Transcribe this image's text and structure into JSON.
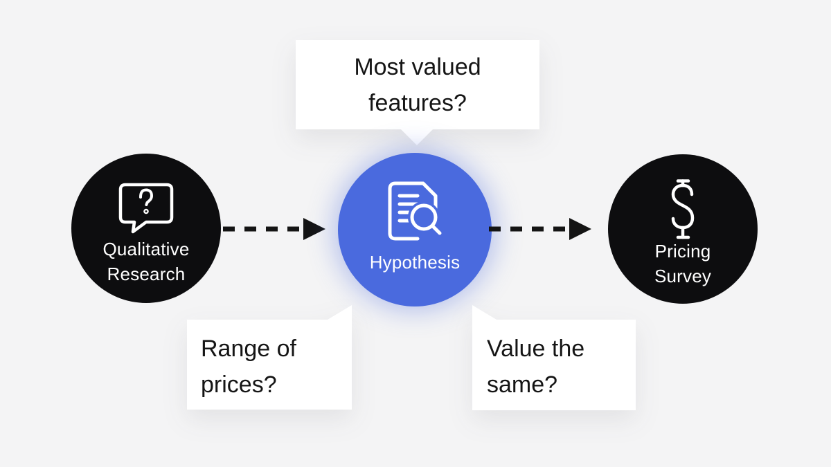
{
  "canvas": {
    "background": "#f4f4f5"
  },
  "palette": {
    "node_black": "#0d0d0f",
    "node_blue": "#4a6ade",
    "bubble_white": "#ffffff",
    "text_dark": "#151515",
    "text_white": "#ffffff",
    "arrow_black": "#141414"
  },
  "nodes": {
    "qualitative": {
      "line1": "Qualitative",
      "line2": "Research",
      "icon": "question-speech-bubble-icon"
    },
    "hypothesis": {
      "line1": "Hypothesis",
      "icon": "document-search-icon"
    },
    "pricing": {
      "line1": "Pricing",
      "line2": "Survey",
      "icon": "dollar-sign-icon"
    }
  },
  "callouts": {
    "top": {
      "line1": "Most valued",
      "line2": "features?"
    },
    "bottom_left": {
      "line1": "Range of",
      "line2": "prices?"
    },
    "bottom_right": {
      "line1": "Value the",
      "line2": "same?"
    }
  }
}
